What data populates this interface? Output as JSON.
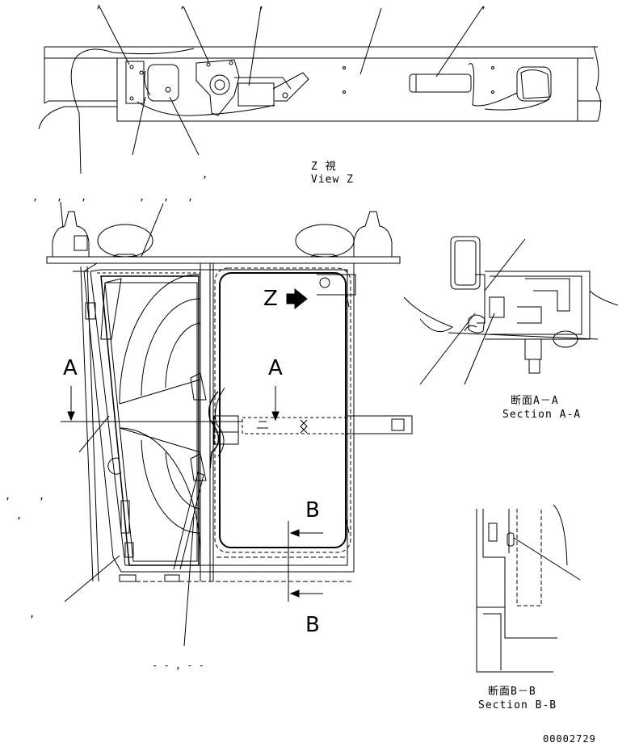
{
  "view_z": {
    "jp": "Z 視",
    "en": "View Z"
  },
  "main_view": {
    "z_marker": "Z",
    "section_a_mark": "A",
    "section_b_mark": "B"
  },
  "section_aa": {
    "jp": "断面A－A",
    "en": "Section A-A"
  },
  "section_bb": {
    "jp": "断面B－B",
    "en": "Section B-B"
  },
  "drawing_number": "00002729",
  "separator_marks": {
    "comma": ",",
    "dash_group": "‐ ‐ , ‐ ‐"
  }
}
